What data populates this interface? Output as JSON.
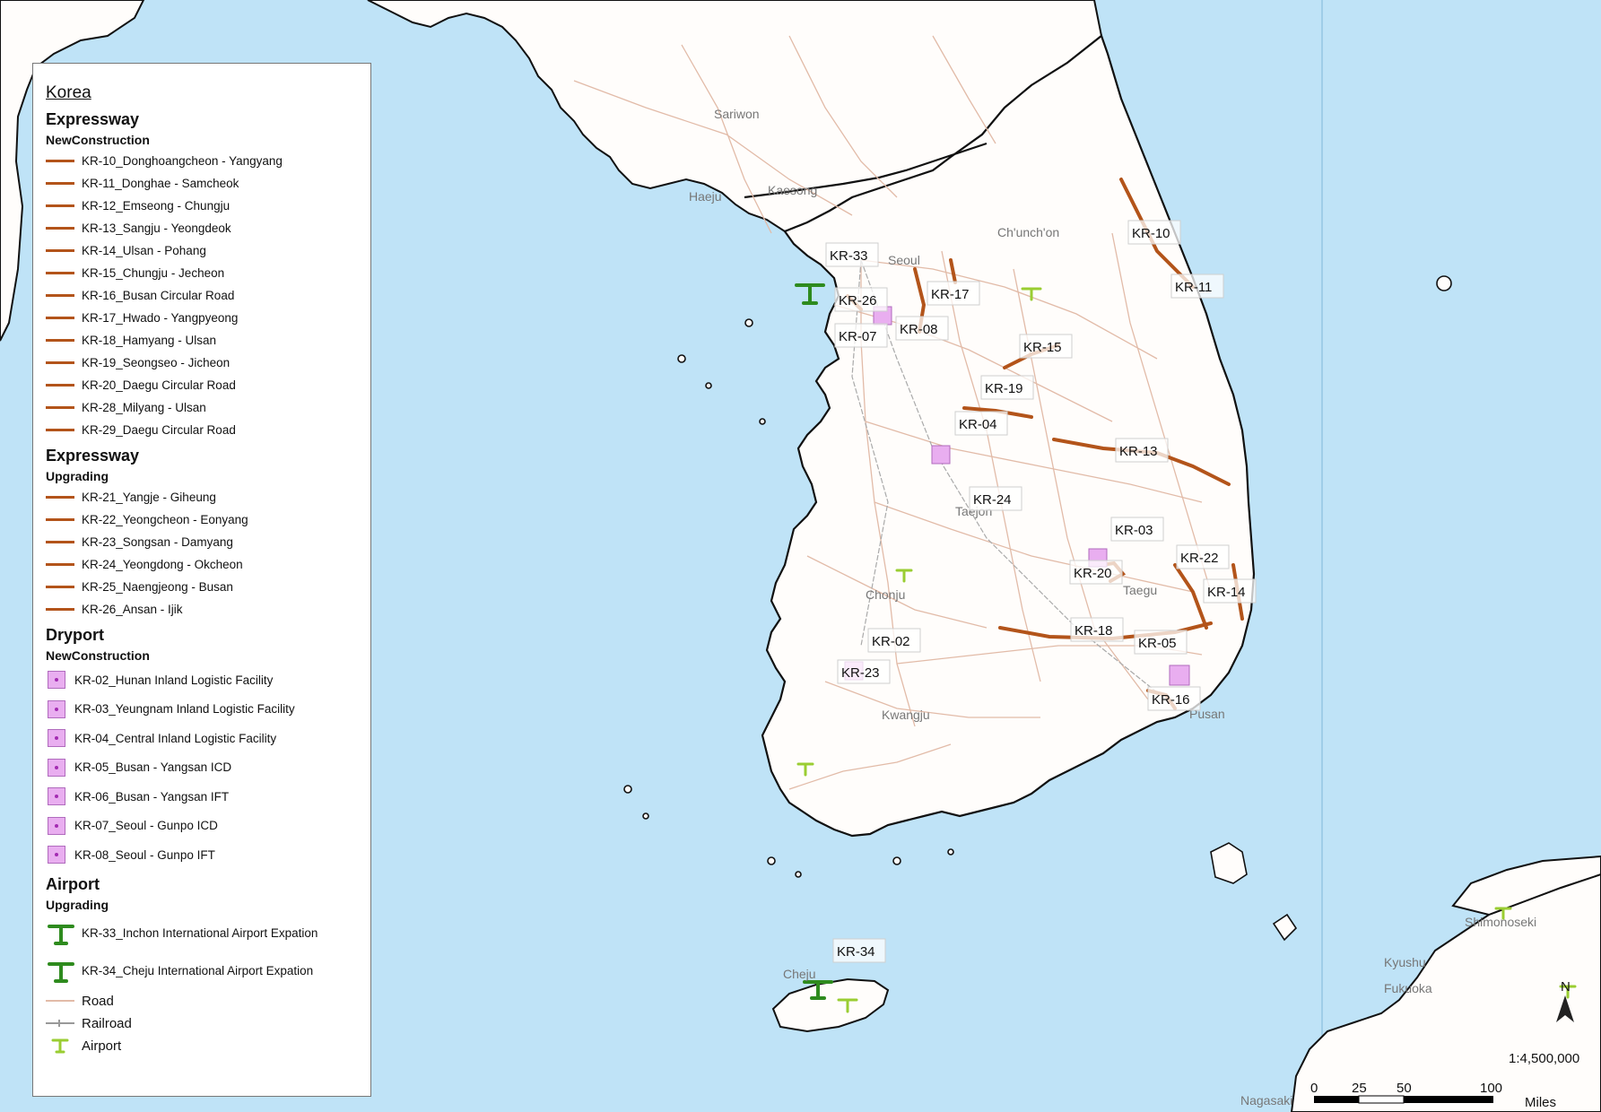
{
  "legend": {
    "title": "Korea",
    "groups": [
      {
        "heading": "Expressway",
        "subheading": "NewConstruction",
        "symbol": "line",
        "items": [
          "KR-10_Donghoangcheon - Yangyang",
          "KR-11_Donghae - Samcheok",
          "KR-12_Emseong - Chungju",
          "KR-13_Sangju - Yeongdeok",
          "KR-14_Ulsan - Pohang",
          "KR-15_Chungju - Jecheon",
          "KR-16_Busan Circular Road",
          "KR-17_Hwado - Yangpyeong",
          "KR-18_Hamyang - Ulsan",
          "KR-19_Seongseo - Jicheon",
          "KR-20_Daegu Circular Road",
          "KR-28_Milyang - Ulsan",
          "KR-29_Daegu Circular Road"
        ]
      },
      {
        "heading": "Expressway",
        "subheading": "Upgrading",
        "symbol": "line",
        "items": [
          "KR-21_Yangje - Giheung",
          "KR-22_Yeongcheon - Eonyang",
          "KR-23_Songsan - Damyang",
          "KR-24_Yeongdong - Okcheon",
          "KR-25_Naengjeong - Busan",
          "KR-26_Ansan - Ijik"
        ]
      },
      {
        "heading": "Dryport",
        "subheading": "NewConstruction",
        "symbol": "dryport",
        "items": [
          "KR-02_Hunan Inland Logistic Facility",
          "KR-03_Yeungnam Inland Logistic Facility",
          "KR-04_Central Inland Logistic Facility",
          "KR-05_Busan - Yangsan ICD",
          "KR-06_Busan - Yangsan IFT",
          "KR-07_Seoul - Gunpo ICD",
          "KR-08_Seoul - Gunpo IFT"
        ]
      },
      {
        "heading": "Airport",
        "subheading": "Upgrading",
        "symbol": "plane",
        "items": [
          "KR-33_Inchon International Airport Expation",
          "KR-34_Cheju International Airport Expation"
        ]
      }
    ],
    "base": {
      "road": "Road",
      "railroad": "Railroad",
      "airport": "Airport"
    }
  },
  "map": {
    "project_labels": [
      "KR-33",
      "KR-26",
      "KR-07",
      "KR-08",
      "KR-17",
      "KR-15",
      "KR-10",
      "KR-11",
      "KR-19",
      "KR-04",
      "KR-13",
      "KR-24",
      "KR-03",
      "KR-22",
      "KR-20",
      "KR-14",
      "KR-18",
      "KR-05",
      "KR-16",
      "KR-02",
      "KR-23",
      "KR-34"
    ],
    "city_labels": [
      "Sariwon",
      "Kaesong",
      "Haeju",
      "Seoul",
      "Ch'unch'on",
      "Taejon",
      "Taegu",
      "Chonju",
      "Kwangju",
      "Pusan",
      "Cheju",
      "Kyushu",
      "Fukuoka",
      "Shimonoseki",
      "Nagasaki"
    ],
    "scale_ratio": "1:4,500,000",
    "scale_ticks": [
      "0",
      "25",
      "50",
      "100"
    ],
    "scale_unit": "Miles",
    "north_label": "N"
  },
  "colors": {
    "sea": "#bfe3f7",
    "land": "#fffdfb",
    "coast": "#111111",
    "road": "#e2bba8",
    "expressway": "#b3541a",
    "dryport_fill": "#e9aef0",
    "airport_project": "#2e8b1e",
    "airport_base": "#9acd32"
  }
}
